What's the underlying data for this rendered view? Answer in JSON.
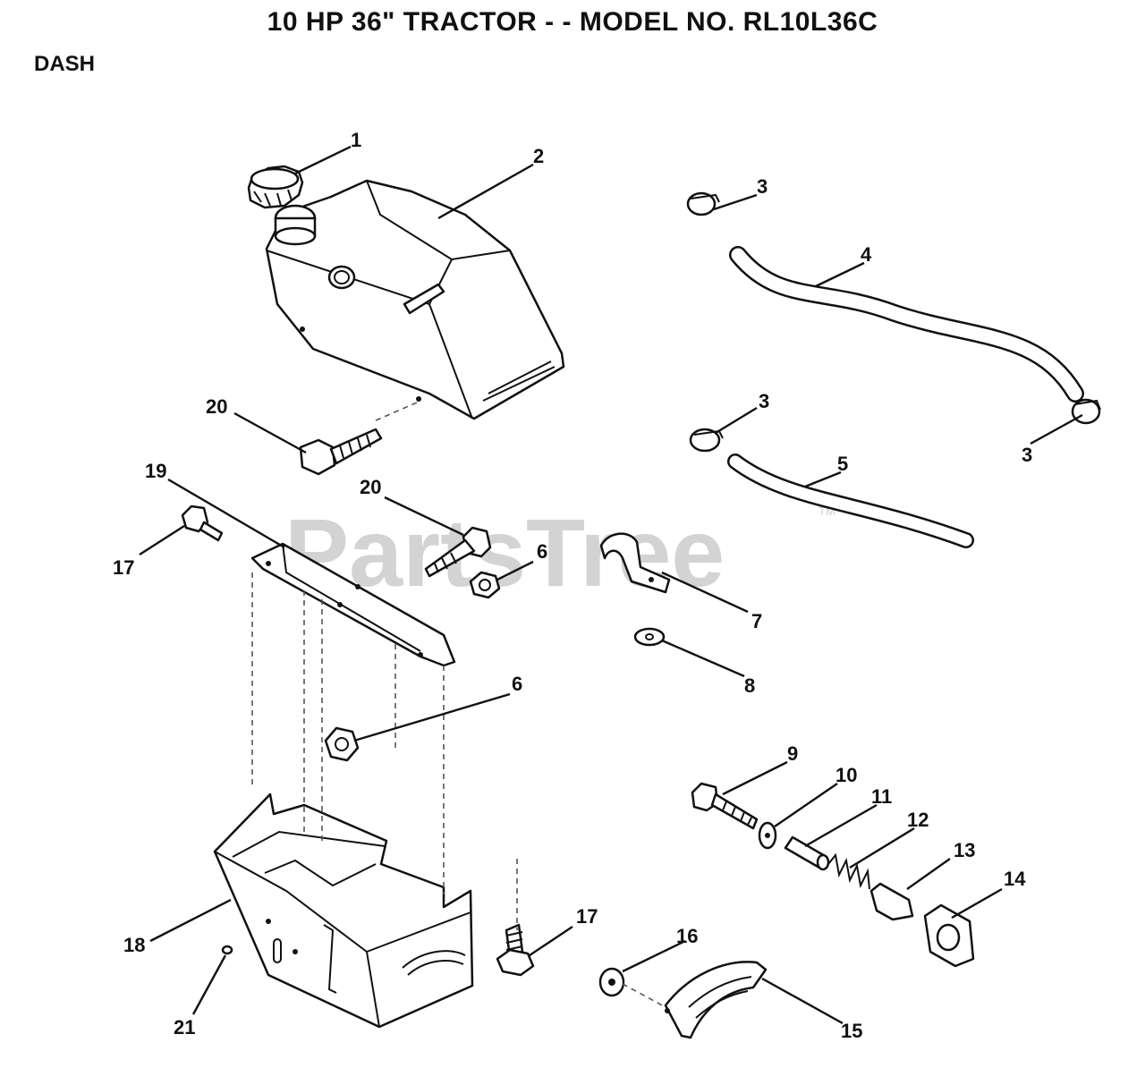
{
  "title": "10 HP 36\" TRACTOR - - MODEL NO. RL10L36C",
  "section": "DASH",
  "watermark": "PartsTree",
  "watermark_tm": "TM",
  "callouts": [
    "1",
    "2",
    "3",
    "4",
    "3",
    "3",
    "5",
    "20",
    "19",
    "20",
    "6",
    "17",
    "7",
    "8",
    "6",
    "9",
    "10",
    "11",
    "12",
    "13",
    "14",
    "18",
    "17",
    "16",
    "15",
    "21"
  ]
}
